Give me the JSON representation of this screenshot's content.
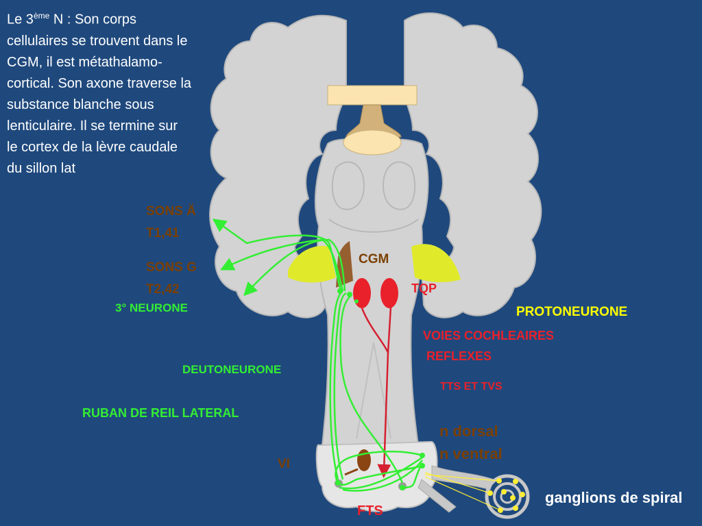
{
  "intro": {
    "prefix": "Le 3",
    "superscript": "ème",
    "text": " N : Son corps cellulaires se trouvent dans le CGM, il est métathalamo-cortical. Son axone traverse la substance blanche sous lenticulaire. Il se termine sur le cortex de la lèvre caudale du sillon lat"
  },
  "labels": {
    "sons_a": "SONS Ä",
    "t1": "T1,41",
    "sons_g": "SONS G",
    "t2": "T2,42",
    "third_neuron": "3° NEURONE",
    "cgm": "CGM",
    "tqp": "TQP",
    "protoneurone": "PROTONEURONE",
    "voies": "VOIES COCHLEAIRES",
    "reflexes": "REFLEXES",
    "deutoneurone": "DEUTONEURONE",
    "tts": "TTS ET TVS",
    "ruban": "RUBAN DE REIL LATERAL",
    "n_dorsal": "n dorsal",
    "n_ventral": "n ventral",
    "vi": "VI",
    "ganglions": "ganglions de spiral",
    "fts": "FTS"
  },
  "colors": {
    "background": "#1f497d",
    "brain": "#d3d3d3",
    "pathway_green": "#33ee33",
    "reflex_red": "#d42030",
    "label_brown": "#7b3f00",
    "cgm_yellow": "#e0ea2a",
    "nucleus_red": "#e8212b",
    "label_yellow": "#ffff00"
  }
}
